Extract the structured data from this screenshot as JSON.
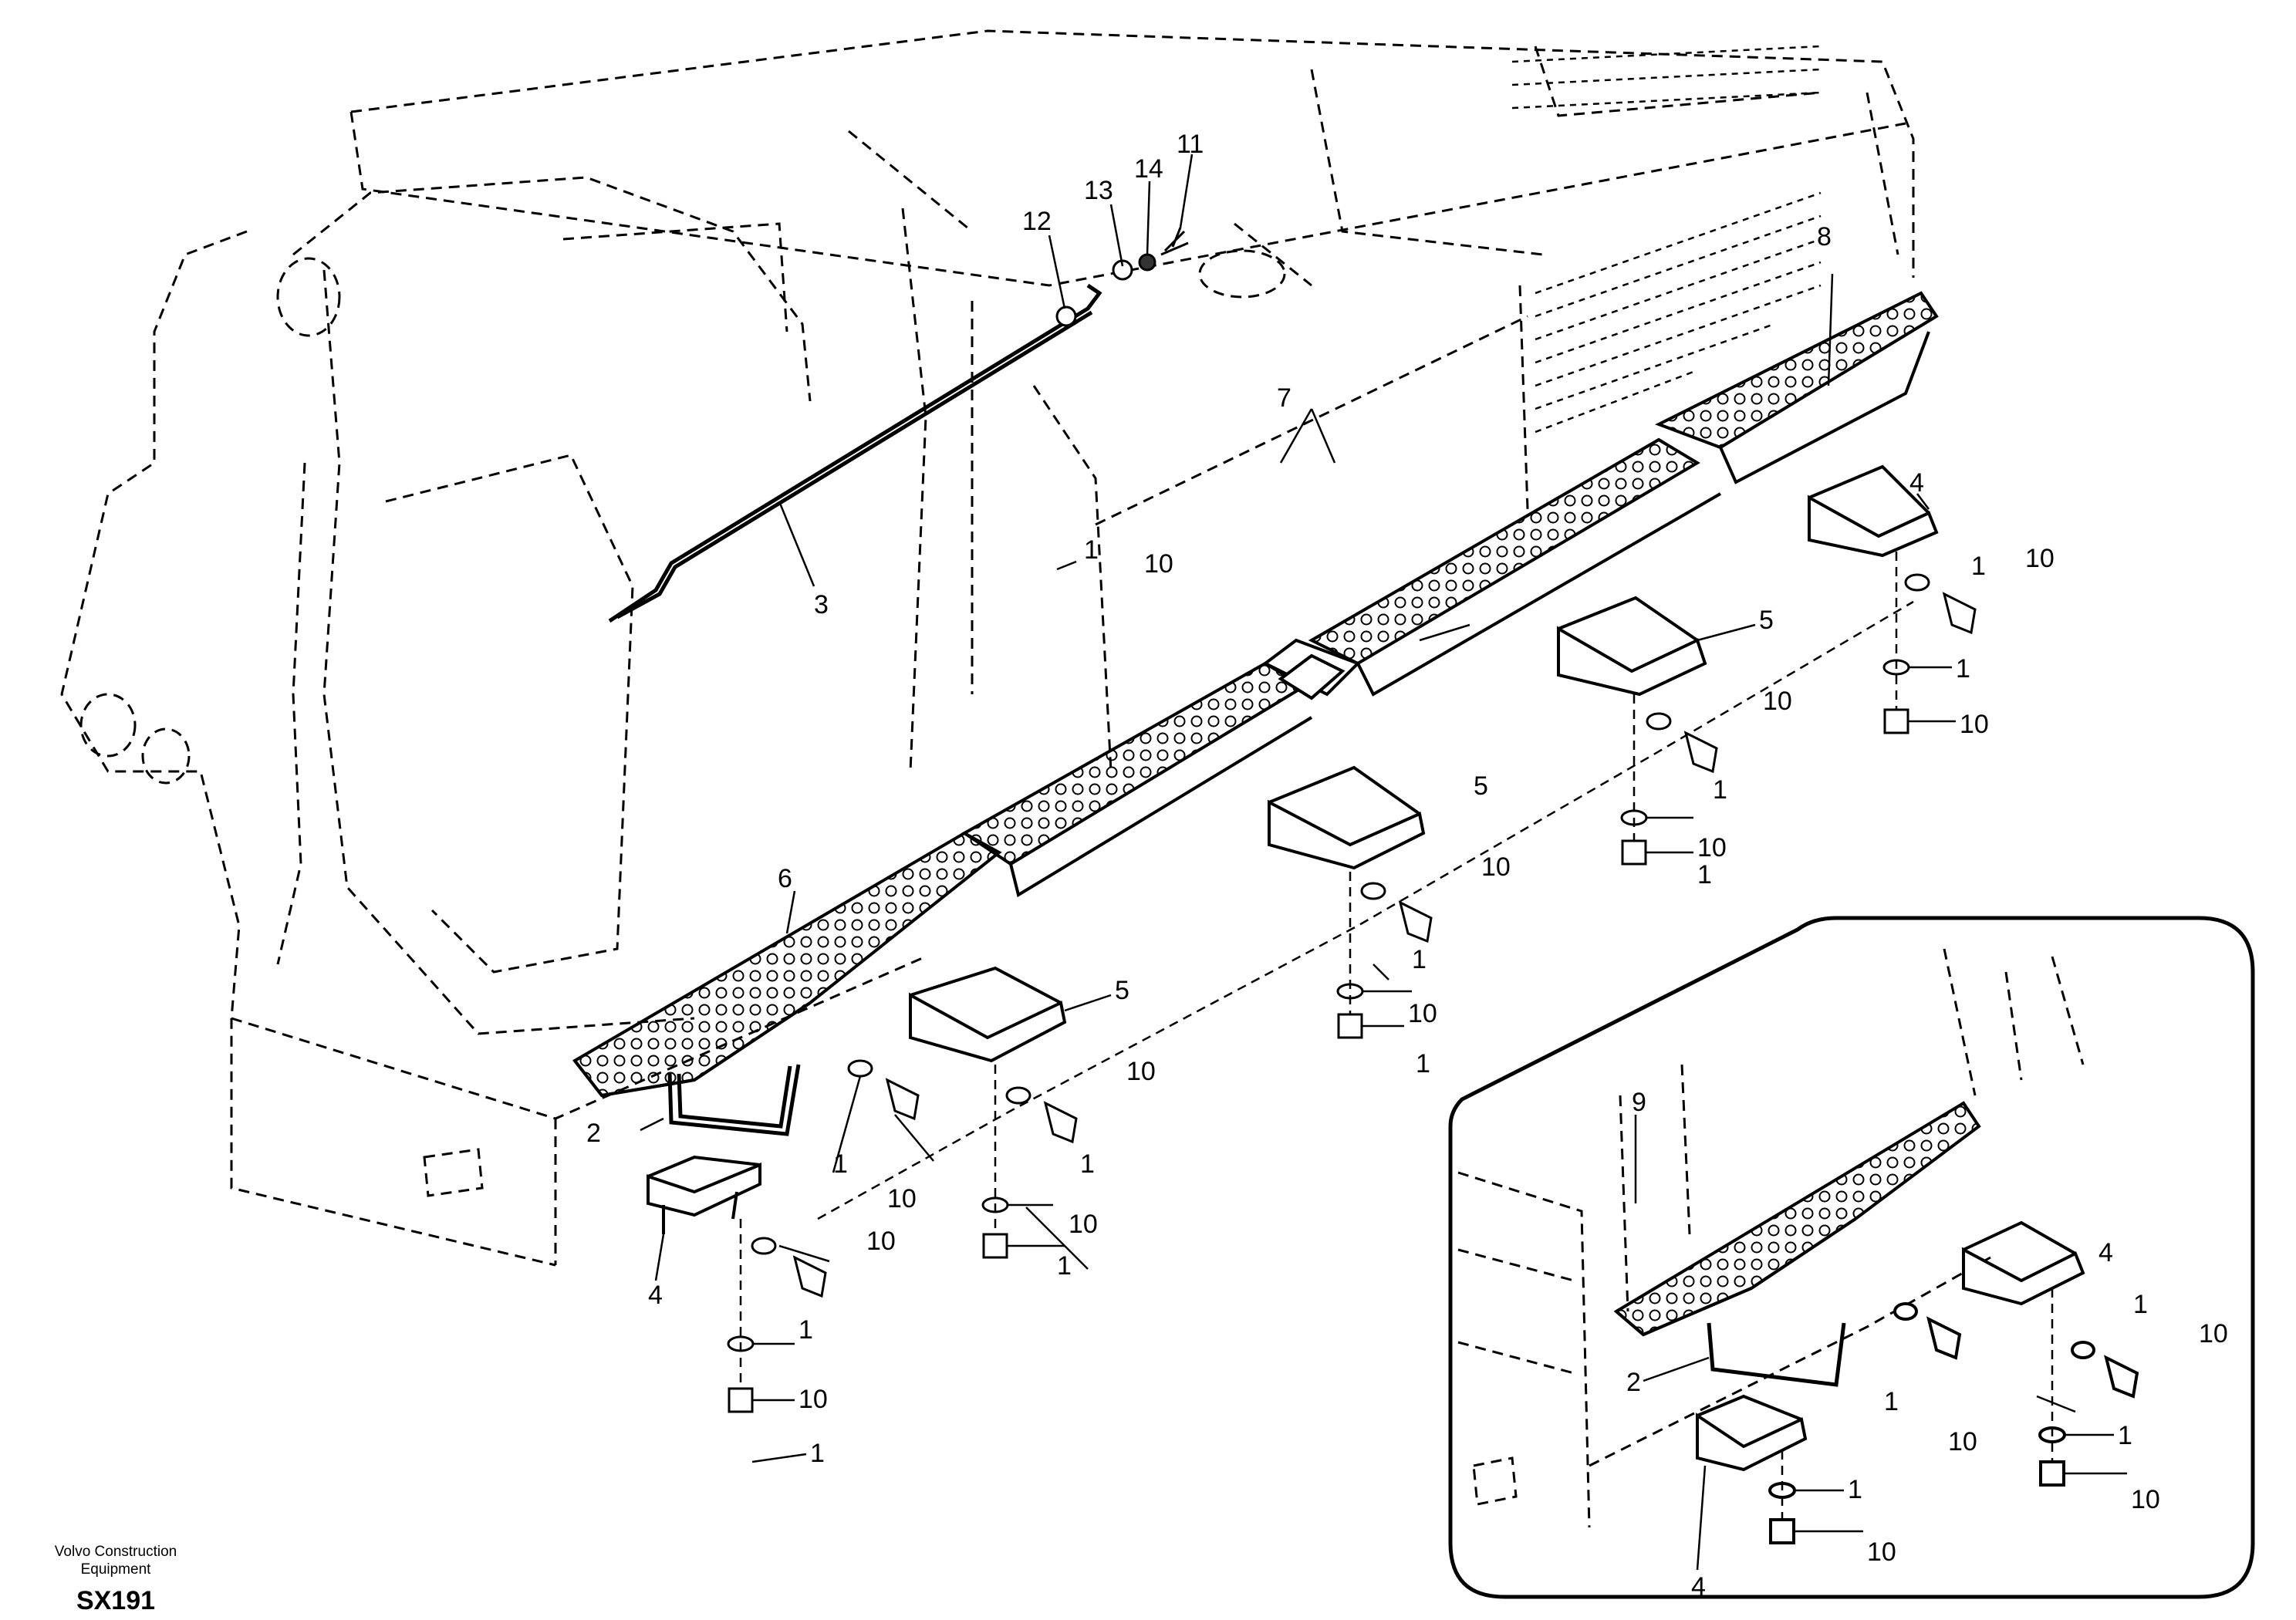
{
  "footer": {
    "brand": "Volvo Construction\nEquipment",
    "code": "SX191"
  },
  "callouts": {
    "c1": "1",
    "c2": "2",
    "c3": "3",
    "c4": "4",
    "c5": "5",
    "c6": "6",
    "c7": "7",
    "c8": "8",
    "c9": "9",
    "c10": "10",
    "c11": "11",
    "c12": "12",
    "c13": "13",
    "c14": "14"
  },
  "colors": {
    "line": "#000000",
    "background": "#ffffff"
  }
}
